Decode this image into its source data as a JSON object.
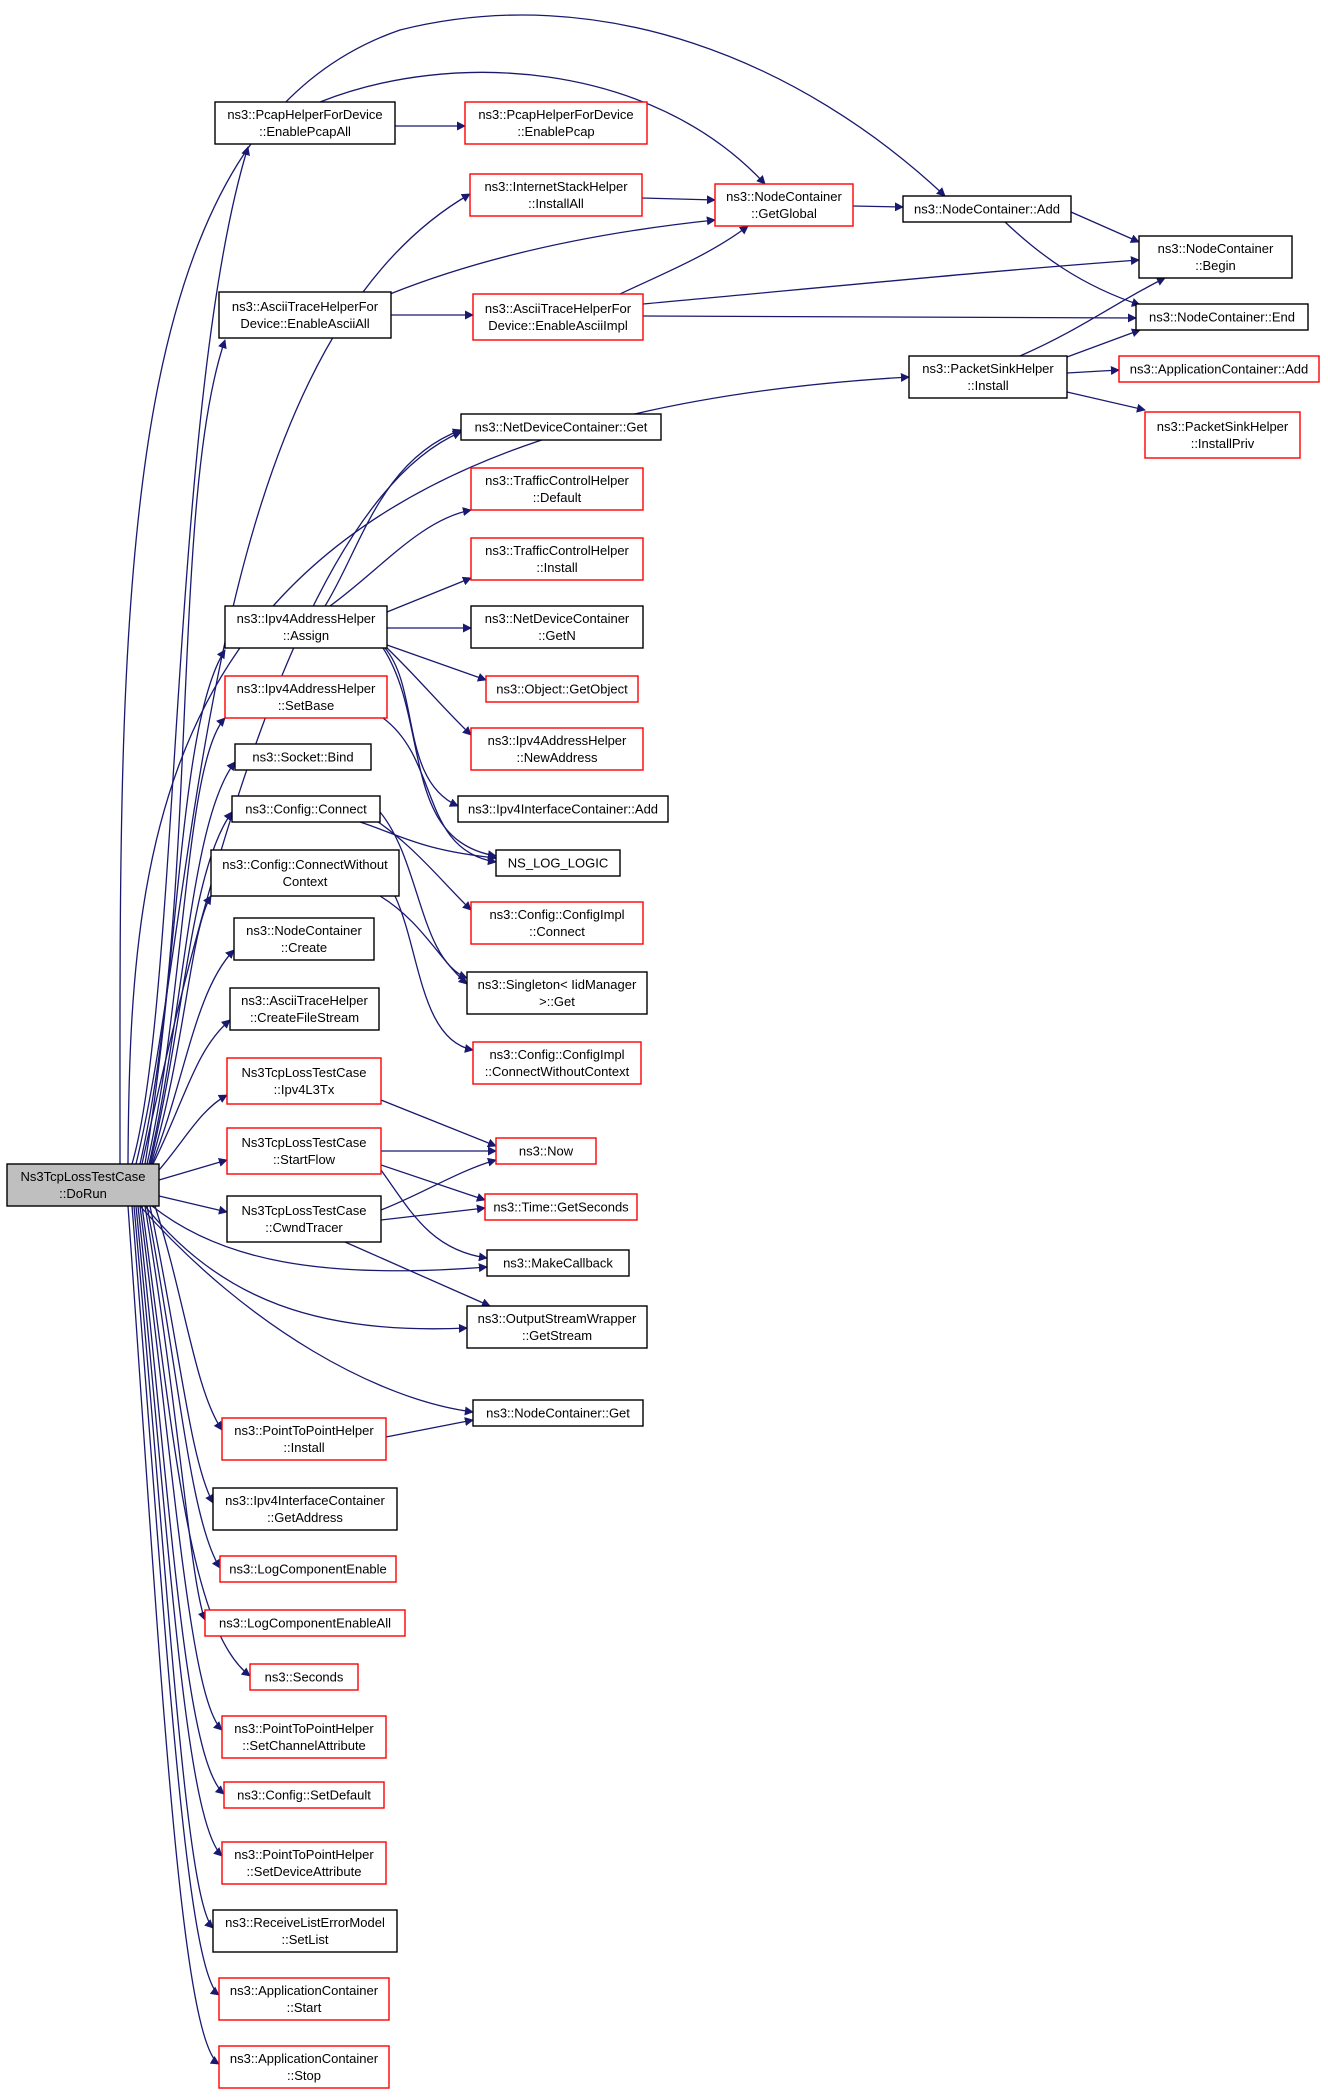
{
  "colors": {
    "edge": "#191970",
    "root_fill": "#bfbfbf",
    "border_black": "#000000",
    "border_red": "#ff0000"
  },
  "nodes": [
    {
      "id": "root",
      "lines": [
        "Ns3TcpLossTestCase",
        "::DoRun"
      ],
      "style": "root"
    },
    {
      "id": "pcapAll",
      "lines": [
        "ns3::PcapHelperForDevice",
        "::EnablePcapAll"
      ],
      "style": "black"
    },
    {
      "id": "pcap",
      "lines": [
        "ns3::PcapHelperForDevice",
        "::EnablePcap"
      ],
      "style": "red"
    },
    {
      "id": "installAll",
      "lines": [
        "ns3::InternetStackHelper",
        "::InstallAll"
      ],
      "style": "red"
    },
    {
      "id": "getGlobal",
      "lines": [
        "ns3::NodeContainer",
        "::GetGlobal"
      ],
      "style": "red"
    },
    {
      "id": "ncAdd",
      "lines": [
        "ns3::NodeContainer::Add"
      ],
      "style": "black"
    },
    {
      "id": "ncBegin",
      "lines": [
        "ns3::NodeContainer",
        "::Begin"
      ],
      "style": "black"
    },
    {
      "id": "ncEnd",
      "lines": [
        "ns3::NodeContainer::End"
      ],
      "style": "black"
    },
    {
      "id": "asciiAll",
      "lines": [
        "ns3::AsciiTraceHelperFor",
        "Device::EnableAsciiAll"
      ],
      "style": "black"
    },
    {
      "id": "asciiImpl",
      "lines": [
        "ns3::AsciiTraceHelperFor",
        "Device::EnableAsciiImpl"
      ],
      "style": "red"
    },
    {
      "id": "sinkInstall",
      "lines": [
        "ns3::PacketSinkHelper",
        "::Install"
      ],
      "style": "black"
    },
    {
      "id": "appAdd",
      "lines": [
        "ns3::ApplicationContainer::Add"
      ],
      "style": "red"
    },
    {
      "id": "installPriv",
      "lines": [
        "ns3::PacketSinkHelper",
        "::InstallPriv"
      ],
      "style": "red"
    },
    {
      "id": "ndGet",
      "lines": [
        "ns3::NetDeviceContainer::Get"
      ],
      "style": "black"
    },
    {
      "id": "tcDefault",
      "lines": [
        "ns3::TrafficControlHelper",
        "::Default"
      ],
      "style": "red"
    },
    {
      "id": "tcInstall",
      "lines": [
        "ns3::TrafficControlHelper",
        "::Install"
      ],
      "style": "red"
    },
    {
      "id": "assign",
      "lines": [
        "ns3::Ipv4AddressHelper",
        "::Assign"
      ],
      "style": "black"
    },
    {
      "id": "ndGetN",
      "lines": [
        "ns3::NetDeviceContainer",
        "::GetN"
      ],
      "style": "black"
    },
    {
      "id": "getObject",
      "lines": [
        "ns3::Object::GetObject"
      ],
      "style": "red"
    },
    {
      "id": "setBase",
      "lines": [
        "ns3::Ipv4AddressHelper",
        "::SetBase"
      ],
      "style": "red"
    },
    {
      "id": "newAddress",
      "lines": [
        "ns3::Ipv4AddressHelper",
        "::NewAddress"
      ],
      "style": "red"
    },
    {
      "id": "bind",
      "lines": [
        "ns3::Socket::Bind"
      ],
      "style": "black"
    },
    {
      "id": "icAdd",
      "lines": [
        "ns3::Ipv4InterfaceContainer::Add"
      ],
      "style": "black"
    },
    {
      "id": "connect",
      "lines": [
        "ns3::Config::Connect"
      ],
      "style": "black"
    },
    {
      "id": "nsLog",
      "lines": [
        "NS_LOG_LOGIC"
      ],
      "style": "black"
    },
    {
      "id": "connectWC",
      "lines": [
        "ns3::Config::ConnectWithout",
        "Context"
      ],
      "style": "black"
    },
    {
      "id": "implConnect",
      "lines": [
        "ns3::Config::ConfigImpl",
        "::Connect"
      ],
      "style": "red"
    },
    {
      "id": "create",
      "lines": [
        "ns3::NodeContainer",
        "::Create"
      ],
      "style": "black"
    },
    {
      "id": "singleton",
      "lines": [
        "ns3::Singleton< IidManager",
        ">::Get"
      ],
      "style": "black"
    },
    {
      "id": "createFile",
      "lines": [
        "ns3::AsciiTraceHelper",
        "::CreateFileStream"
      ],
      "style": "black"
    },
    {
      "id": "implConnectWC",
      "lines": [
        "ns3::Config::ConfigImpl",
        "::ConnectWithoutContext"
      ],
      "style": "red"
    },
    {
      "id": "ipv4Tx",
      "lines": [
        "Ns3TcpLossTestCase",
        "::Ipv4L3Tx"
      ],
      "style": "red"
    },
    {
      "id": "startFlow",
      "lines": [
        "Ns3TcpLossTestCase",
        "::StartFlow"
      ],
      "style": "red"
    },
    {
      "id": "now",
      "lines": [
        "ns3::Now"
      ],
      "style": "red"
    },
    {
      "id": "cwnd",
      "lines": [
        "Ns3TcpLossTestCase",
        "::CwndTracer"
      ],
      "style": "black"
    },
    {
      "id": "getSeconds",
      "lines": [
        "ns3::Time::GetSeconds"
      ],
      "style": "red"
    },
    {
      "id": "makeCallback",
      "lines": [
        "ns3::MakeCallback"
      ],
      "style": "black"
    },
    {
      "id": "getStream",
      "lines": [
        "ns3::OutputStreamWrapper",
        "::GetStream"
      ],
      "style": "black"
    },
    {
      "id": "ncGet",
      "lines": [
        "ns3::NodeContainer::Get"
      ],
      "style": "black"
    },
    {
      "id": "p2pInstall",
      "lines": [
        "ns3::PointToPointHelper",
        "::Install"
      ],
      "style": "red"
    },
    {
      "id": "getAddress",
      "lines": [
        "ns3::Ipv4InterfaceContainer",
        "::GetAddress"
      ],
      "style": "black"
    },
    {
      "id": "logEnable",
      "lines": [
        "ns3::LogComponentEnable"
      ],
      "style": "red"
    },
    {
      "id": "logEnableAll",
      "lines": [
        "ns3::LogComponentEnableAll"
      ],
      "style": "red"
    },
    {
      "id": "seconds",
      "lines": [
        "ns3::Seconds"
      ],
      "style": "red"
    },
    {
      "id": "setChannel",
      "lines": [
        "ns3::PointToPointHelper",
        "::SetChannelAttribute"
      ],
      "style": "red"
    },
    {
      "id": "setDefault",
      "lines": [
        "ns3::Config::SetDefault"
      ],
      "style": "red"
    },
    {
      "id": "setDevice",
      "lines": [
        "ns3::PointToPointHelper",
        "::SetDeviceAttribute"
      ],
      "style": "red"
    },
    {
      "id": "setList",
      "lines": [
        "ns3::ReceiveListErrorModel",
        "::SetList"
      ],
      "style": "black"
    },
    {
      "id": "appStart",
      "lines": [
        "ns3::ApplicationContainer",
        "::Start"
      ],
      "style": "red"
    },
    {
      "id": "appStop",
      "lines": [
        "ns3::ApplicationContainer",
        "::Stop"
      ],
      "style": "red"
    }
  ]
}
